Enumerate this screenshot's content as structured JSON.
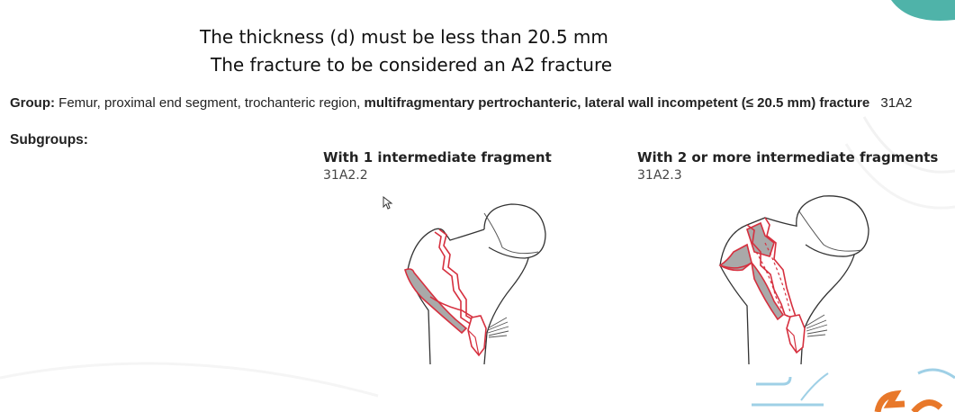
{
  "slide": {
    "heading_line1": "The thickness (d) must be less than 20.5 mm",
    "heading_line2": "The fracture to be considered an A2 fracture"
  },
  "classification": {
    "group_label": "Group:",
    "group_text": "Femur, proximal end segment, trochanteric region,",
    "group_bold": "multifragmentary pertrochanteric, lateral wall incompetent (≤ 20.5 mm) fracture",
    "group_code": "31A2",
    "subgroups_label": "Subgroups:",
    "subgroups": [
      {
        "title": "With 1 intermediate fragment",
        "code": "31A2.2"
      },
      {
        "title": "With 2 or more intermediate fragments",
        "code": "31A2.3"
      }
    ]
  },
  "icons": {
    "cursor": "mouse-pointer-icon"
  },
  "colors": {
    "fracture_line": "#d6303f",
    "fragment_fill": "#a9a9a9",
    "bone_outline": "#333333",
    "accent_teal": "#4fb3a9",
    "accent_orange": "#e8782a"
  }
}
